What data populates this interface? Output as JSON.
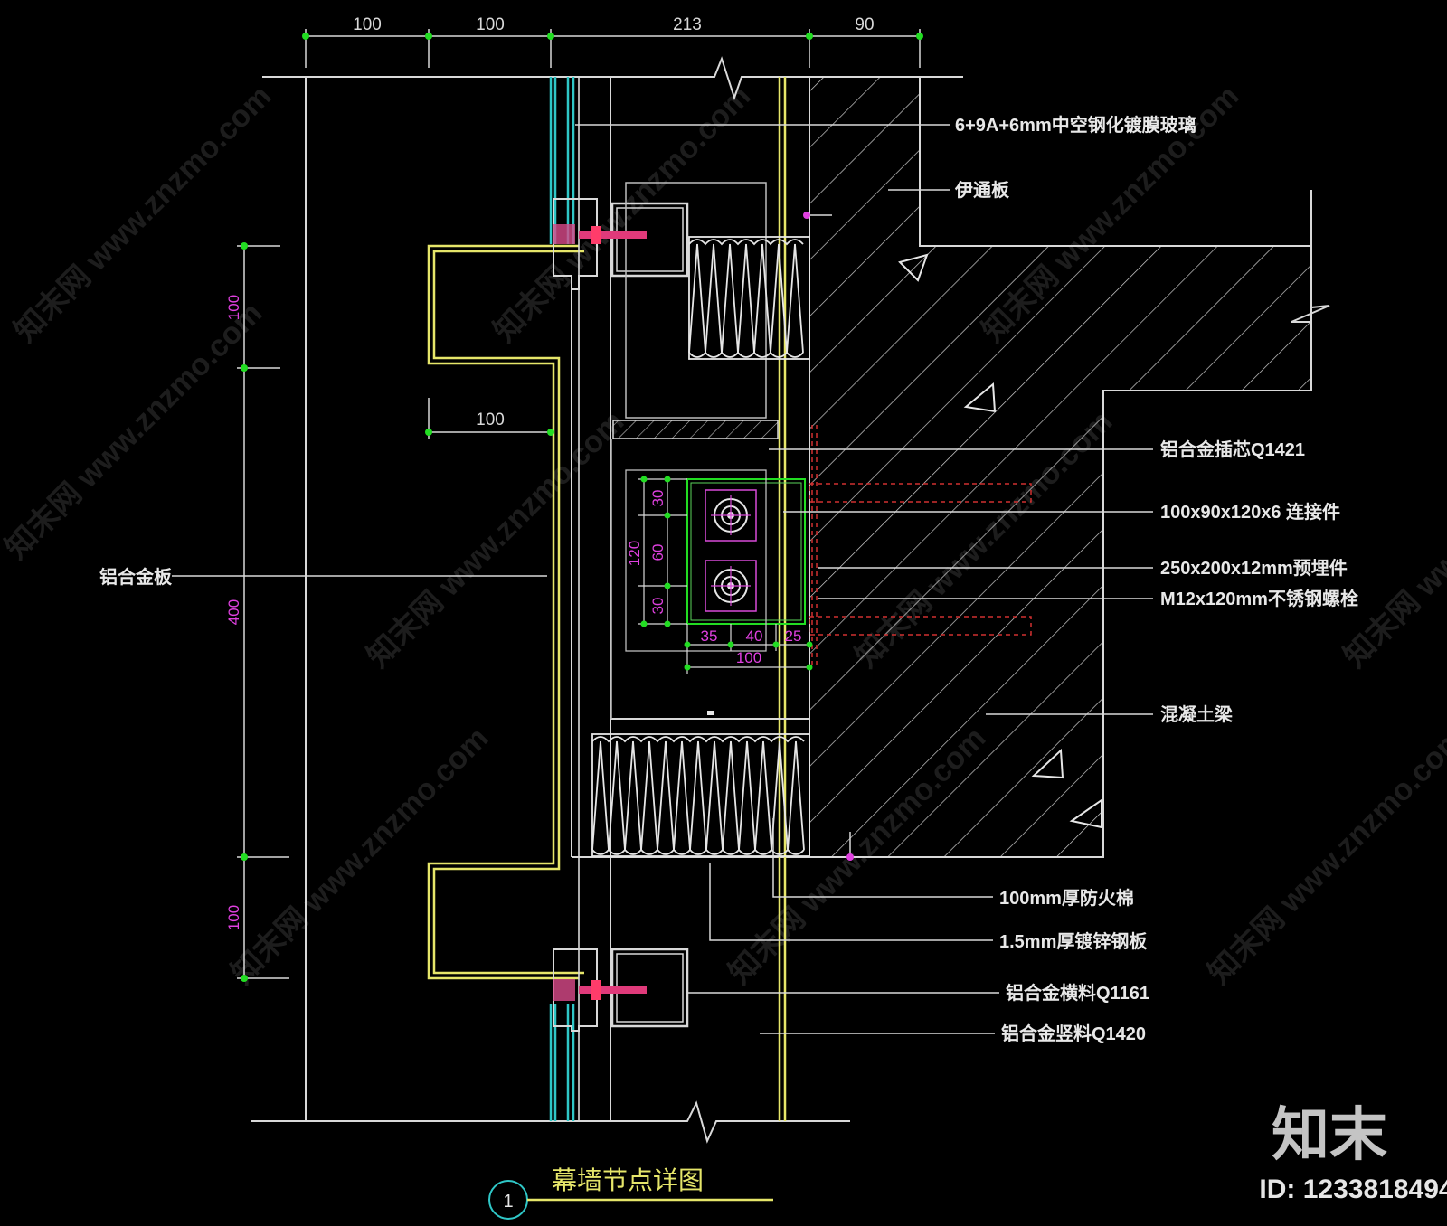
{
  "dimensions": {
    "top": [
      "100",
      "100",
      "213",
      "90"
    ],
    "left_vertical": [
      "100",
      "400",
      "100"
    ],
    "inner_horizontal": "100",
    "bolt_vertical": [
      "30",
      "60",
      "30"
    ],
    "bolt_vertical_total": "120",
    "bolt_horizontal": [
      "35",
      "40",
      "25"
    ],
    "bolt_horizontal_total": "100"
  },
  "labels": {
    "glass": "6+9A+6mm中空钢化镀膜玻璃",
    "cover_plate": "伊通板",
    "aluminum_core": "铝合金插芯Q1421",
    "connector": "100x90x120x6 连接件",
    "embed_plate": "250x200x12mm预埋件",
    "bolt": "M12x120mm不锈钢螺栓",
    "concrete_beam": "混凝土梁",
    "aluminum_panel": "铝合金板",
    "fire_cotton": "100mm厚防火棉",
    "galvanized_plate": "1.5mm厚镀锌钢板",
    "transom": "铝合金横料Q1161",
    "mullion": "铝合金竖料Q1420"
  },
  "title": {
    "text": "幕墙节点详图",
    "number": "1"
  },
  "watermark": {
    "text": "知末网 www.znzmo.com",
    "logo": "知末",
    "id": "ID: 1233818494"
  },
  "colors": {
    "background": "#000000",
    "line": "#d9d9d9",
    "panel": "#e6e66a",
    "glass": "#2fc7c7",
    "dim_tick": "#22dd22",
    "dim_vertical": "#e040e0",
    "bolt": "#d94a8a"
  }
}
